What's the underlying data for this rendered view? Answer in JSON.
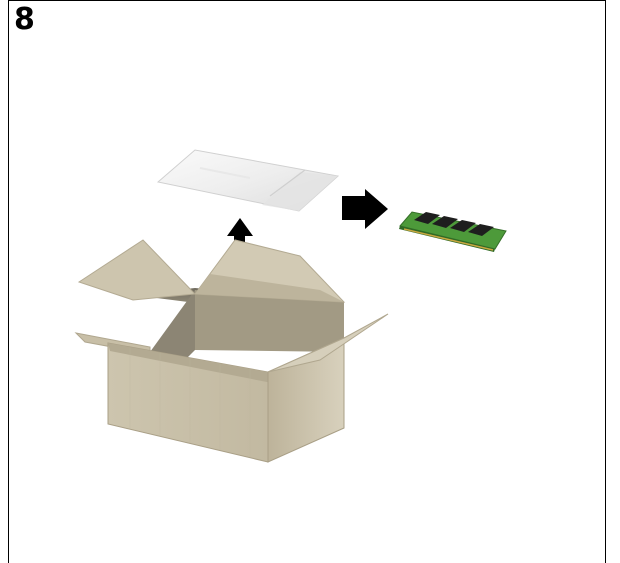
{
  "step": {
    "number": "8"
  },
  "illustration": {
    "items": {
      "box": "cardboard-box",
      "bag": "anti-static-bag",
      "module": "memory-module"
    },
    "arrows": {
      "up": "arrow-up",
      "right": "arrow-right"
    },
    "colors": {
      "box_front": "#c9c0a8",
      "box_side": "#b7ad94",
      "box_inside": "#9c9582",
      "box_flap": "#cbc3ad",
      "bag": "#f1f1f1",
      "pcb": "#4d9a3a",
      "chip": "#1e1e1e",
      "arrow": "#000000"
    }
  }
}
